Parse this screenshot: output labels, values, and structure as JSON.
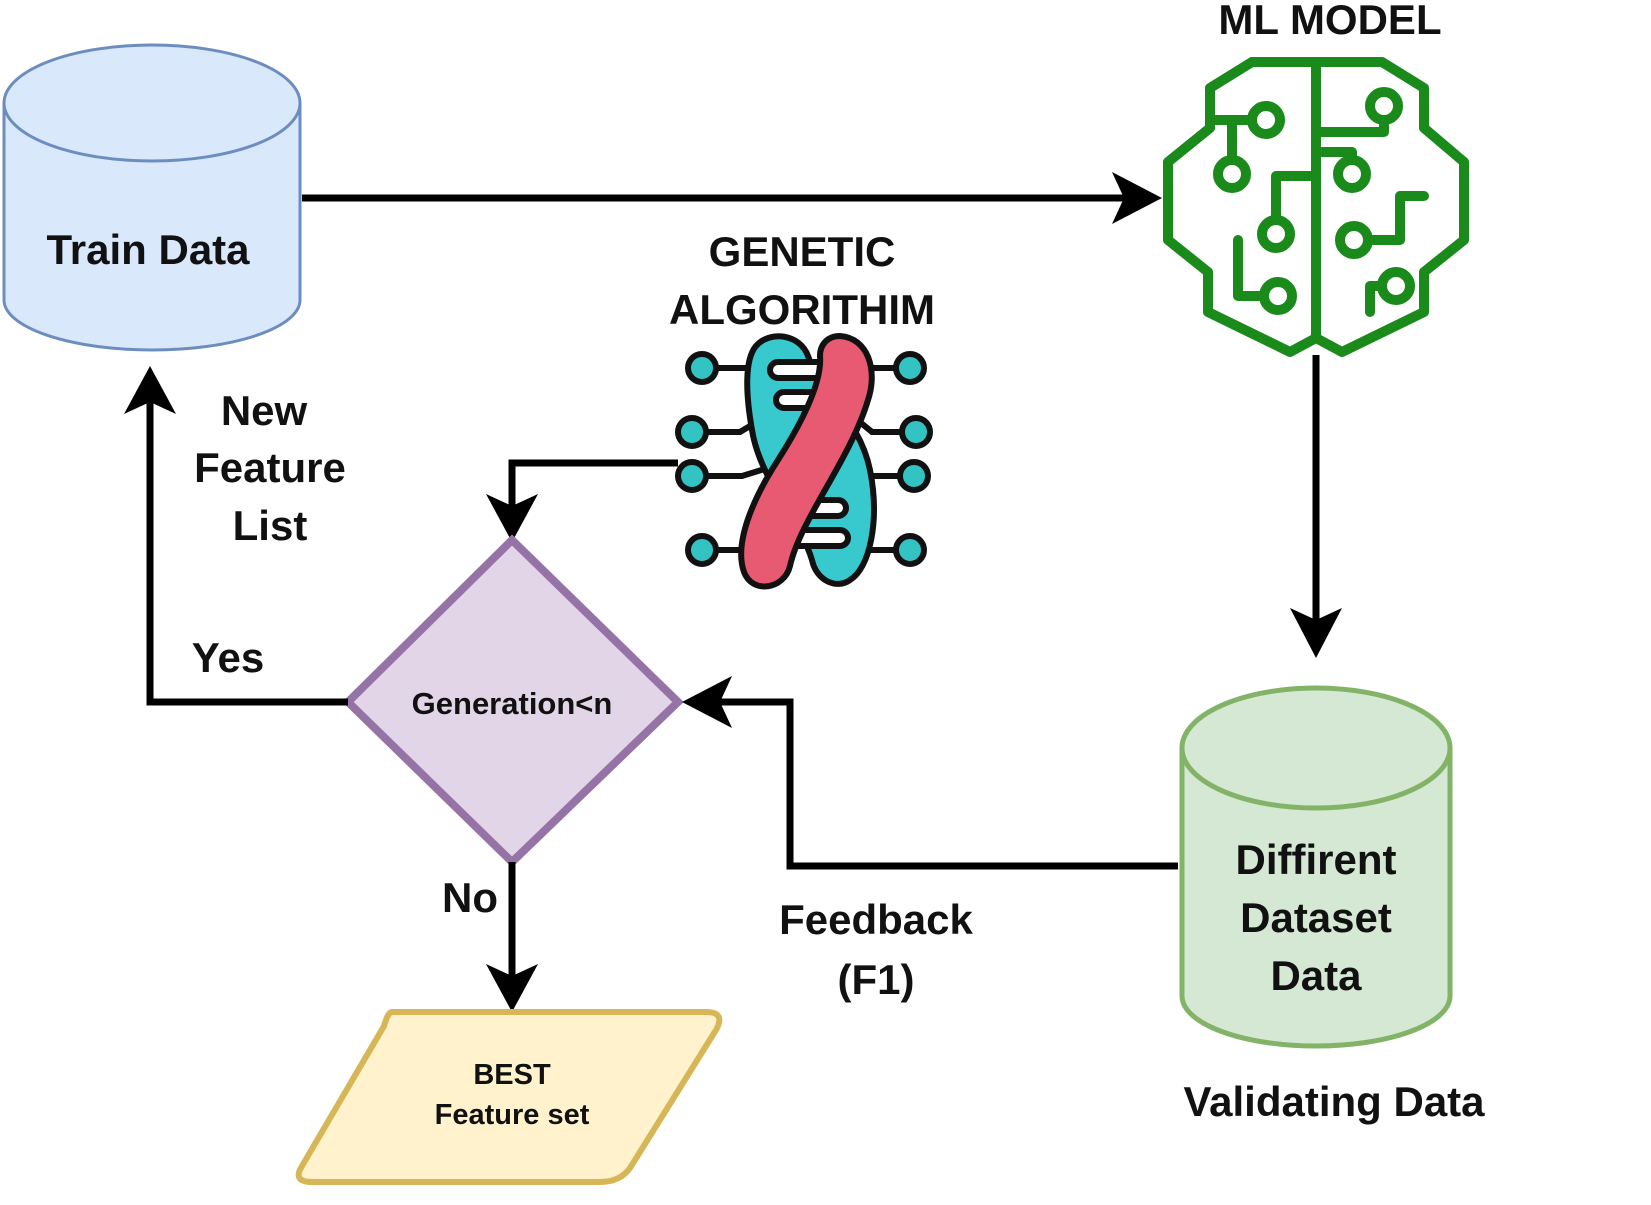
{
  "nodes": {
    "train_data": {
      "label": "Train Data",
      "fill": "#dae8fc",
      "stroke": "#6c8ebf"
    },
    "ml_model": {
      "title": "ML MODEL",
      "icon": "brain-circuit-icon",
      "color": "#1a8a1a"
    },
    "genetic": {
      "title_line1": "GENETIC",
      "title_line2": "ALGORITHIM",
      "icon": "dna-helix-icon"
    },
    "decision": {
      "label": "Generation<n",
      "fill": "#e1d5e7",
      "stroke": "#9673a6"
    },
    "validating": {
      "line1": "Diffirent",
      "line2": "Dataset",
      "line3": "Data",
      "caption": "Validating Data",
      "fill": "#d5e8d4",
      "stroke": "#82b366"
    },
    "best": {
      "line1": "BEST",
      "line2": "Feature set",
      "fill": "#fff2cc",
      "stroke": "#d6b656"
    }
  },
  "edges": {
    "new_feature_list": {
      "line1": "New",
      "line2": "Feature",
      "line3": "List"
    },
    "yes": "Yes",
    "no": "No",
    "feedback": {
      "line1": "Feedback",
      "line2": "(F1)"
    }
  }
}
